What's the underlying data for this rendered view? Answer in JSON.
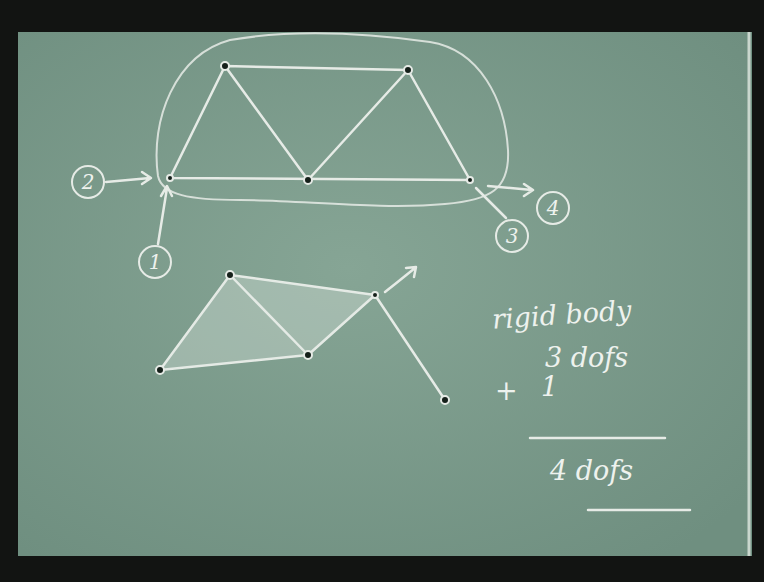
{
  "diagram": {
    "nodes": [
      {
        "text": [
          "2"
        ]
      },
      {
        "text": [
          "1"
        ]
      },
      {
        "text": [
          "3"
        ]
      },
      {
        "text": [
          "4"
        ]
      }
    ],
    "labels": [
      "rigid body",
      "3 dofs",
      "+",
      "1",
      "4 dofs"
    ]
  }
}
